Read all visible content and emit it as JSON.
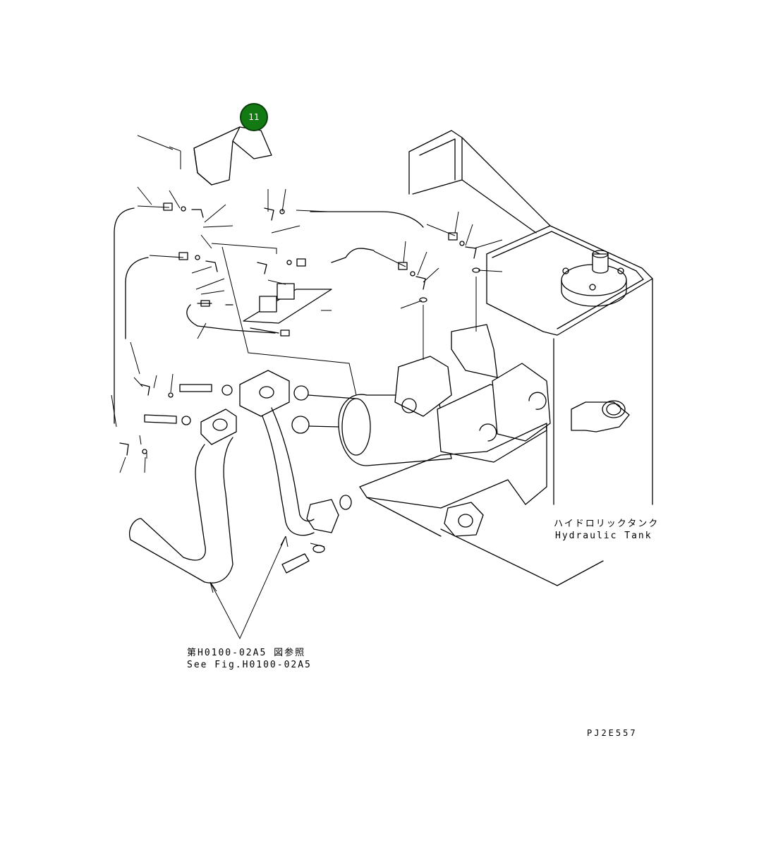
{
  "callout": {
    "number": "11",
    "color": "#137a13"
  },
  "labels": {
    "tank_jp": "ハイドロリックタンク",
    "tank_en": "Hydraulic Tank",
    "ref_jp": "第H0100-02A5 図参照",
    "ref_en": "See Fig.H0100-02A5",
    "drawing_code": "PJ2E557"
  }
}
